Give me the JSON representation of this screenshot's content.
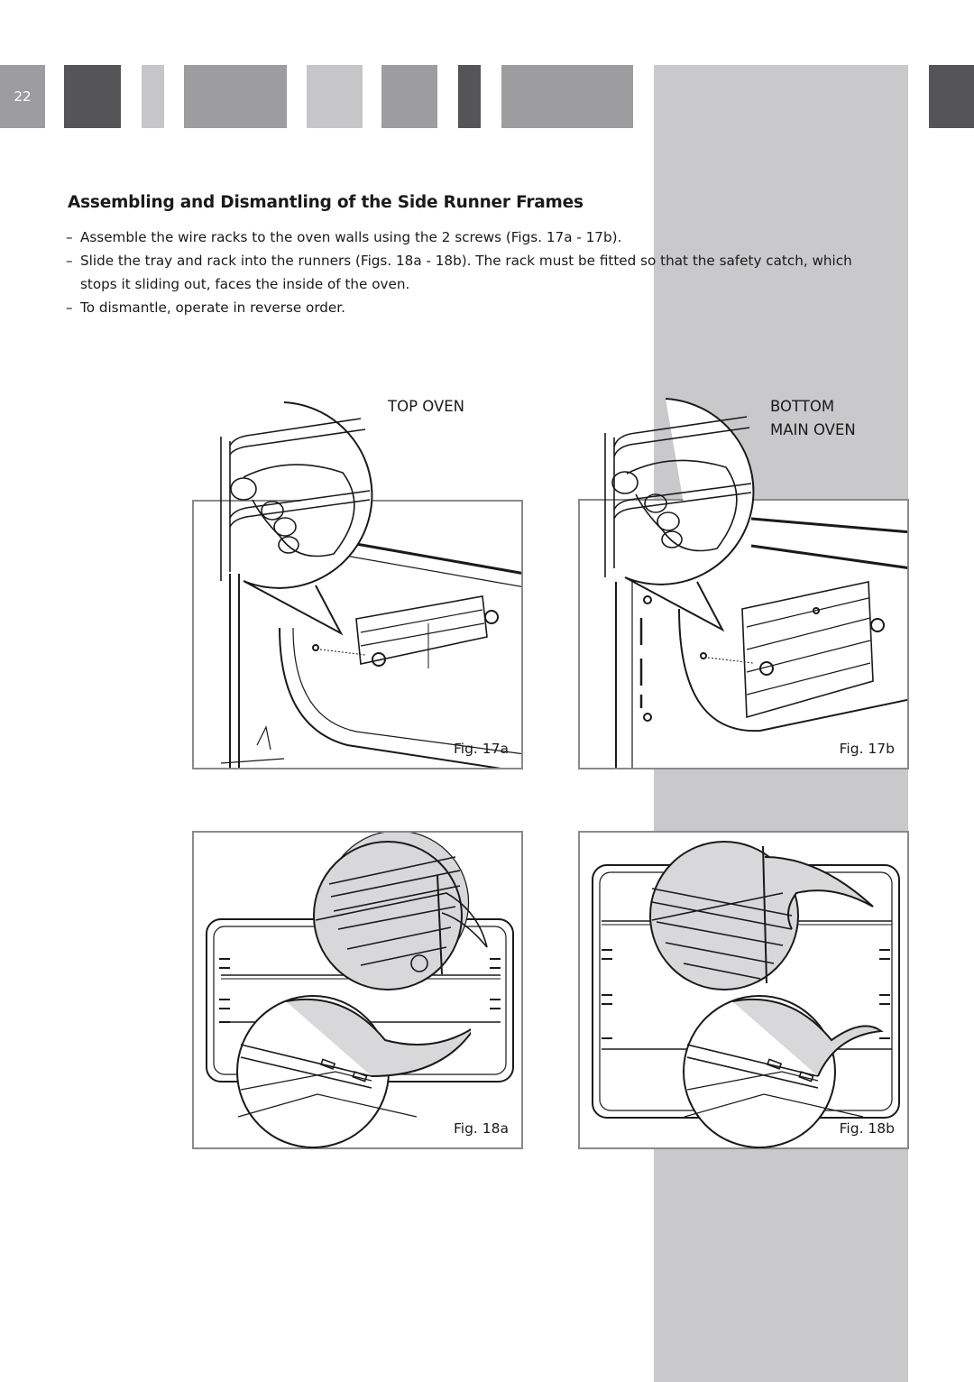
{
  "page": {
    "number": "22",
    "colors": {
      "band": "#c9c9cb",
      "tab_dark": "#555557",
      "tab_mid": "#9d9d9f",
      "tab_light": "#c6c6c8",
      "frame": "#8a8a8a"
    },
    "tabs": [
      {
        "name": "dark"
      },
      {
        "name": "light"
      },
      {
        "name": "mid"
      },
      {
        "name": "light"
      },
      {
        "name": "mid"
      },
      {
        "name": "dark"
      },
      {
        "name": "mid"
      },
      {
        "name": "dark"
      }
    ]
  },
  "section": {
    "title": "Assembling and Dismantling of the Side Runner Frames",
    "steps": [
      "Assemble the wire racks to the oven walls using the 2 screws (Figs. 17a - 17b).",
      "Slide the tray and rack into the runners (Figs. 18a - 18b). The rack must be fitted so that the safety catch, which stops it sliding out, faces the inside of the oven.",
      "To dismantle, operate in reverse order."
    ]
  },
  "figures": {
    "top_oven_label": "TOP OVEN",
    "bottom_oven_label_line1": "BOTTOM",
    "bottom_oven_label_line2": "MAIN OVEN",
    "fig17a": "Fig. 17a",
    "fig17b": "Fig. 17b",
    "fig18a": "Fig. 18a",
    "fig18b": "Fig. 18b"
  }
}
